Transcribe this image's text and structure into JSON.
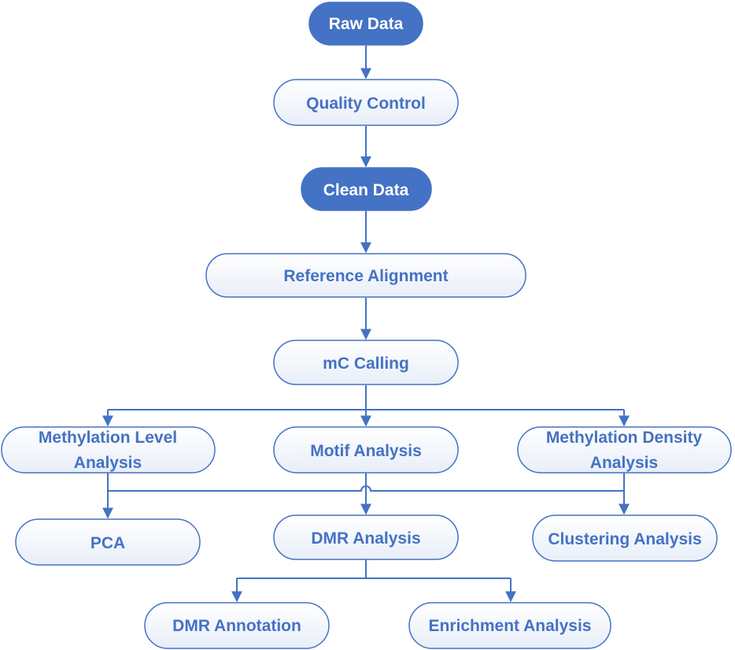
{
  "colors": {
    "stroke": "#4472C4",
    "dark_fill": "#4472C4",
    "dark_text": "#FFFFFF",
    "light_fill_top": "#FFFFFF",
    "light_fill_bottom": "#E8EEF8",
    "light_text": "#4472C4"
  },
  "nodes": {
    "raw_data": "Raw Data",
    "quality_control": "Quality Control",
    "clean_data": "Clean Data",
    "reference_alignment": "Reference Alignment",
    "mc_calling": "mC Calling",
    "methylation_level_analysis": [
      "Methylation Level",
      "Analysis"
    ],
    "motif_analysis": "Motif Analysis",
    "methylation_density_analysis": [
      "Methylation Density",
      "Analysis"
    ],
    "pca": "PCA",
    "dmr_analysis": "DMR Analysis",
    "clustering_analysis": "Clustering Analysis",
    "dmr_annotation": "DMR Annotation",
    "enrichment_analysis": "Enrichment Analysis"
  }
}
